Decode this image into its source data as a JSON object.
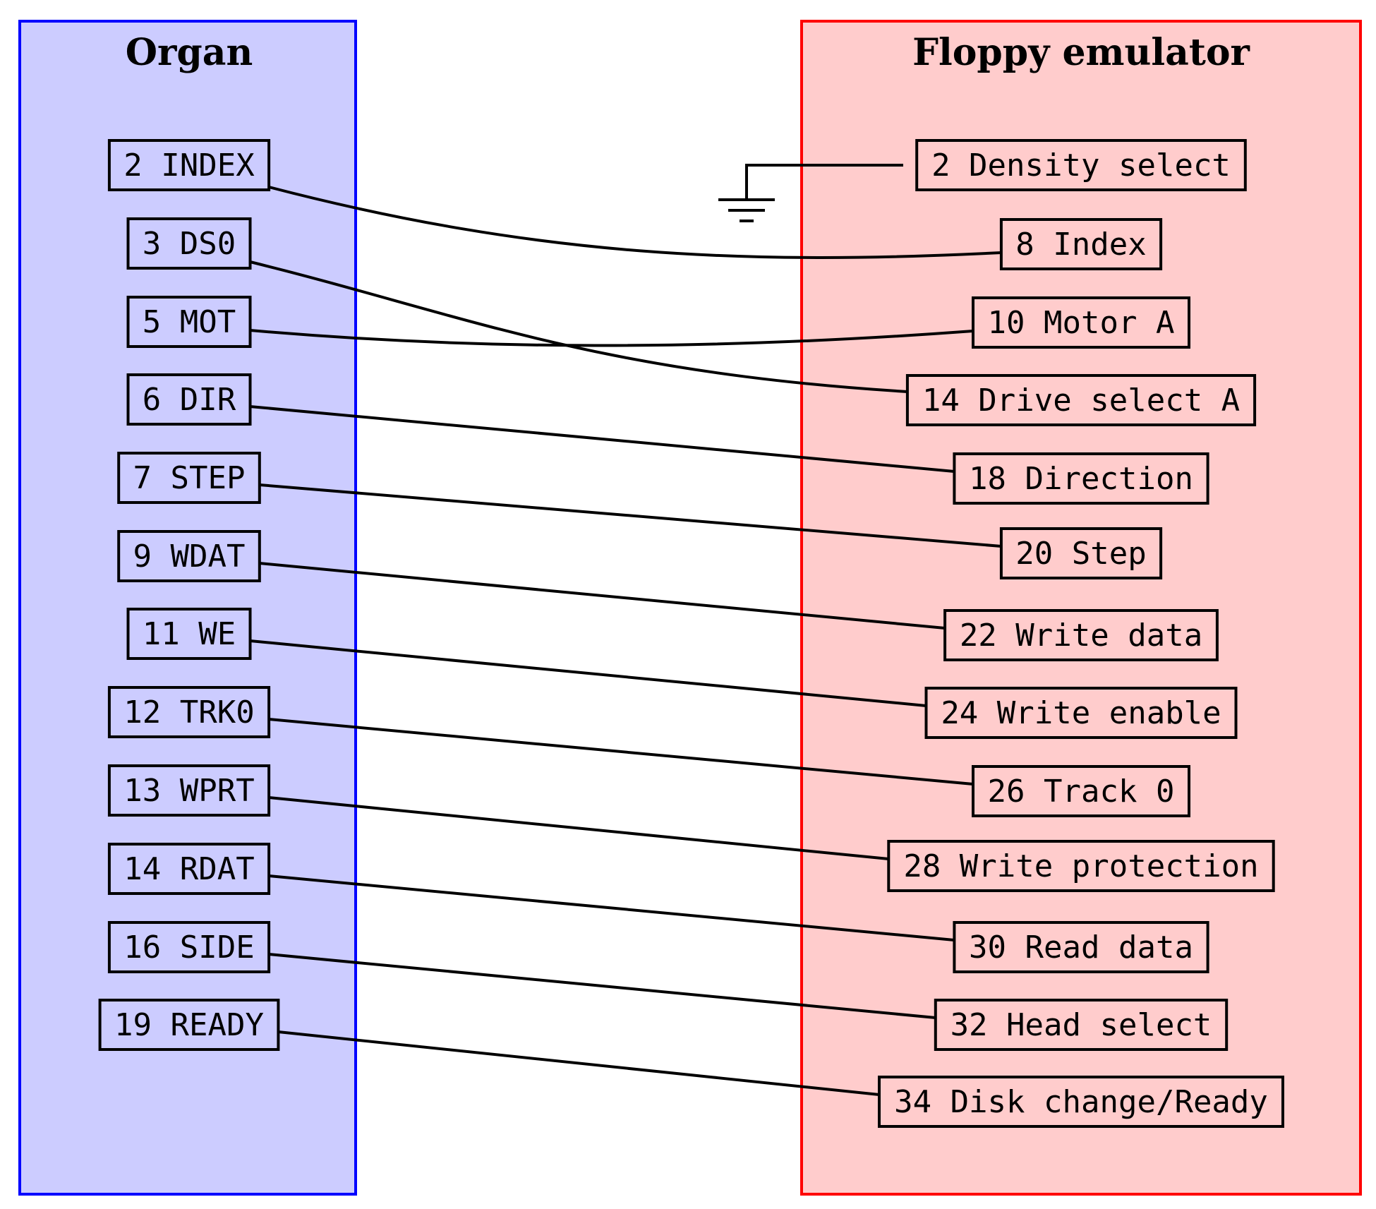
{
  "left_group": {
    "title": "Organ",
    "fill": "#ccccff",
    "border": "#0000ff",
    "pins": [
      "2 INDEX",
      "3 DS0",
      "5 MOT",
      "6 DIR",
      "7 STEP",
      "9 WDAT",
      "11 WE",
      "12 TRK0",
      "13 WPRT",
      "14 RDAT",
      "16 SIDE",
      "19 READY"
    ]
  },
  "right_group": {
    "title": "Floppy emulator",
    "fill": "#ffcccc",
    "border": "#ff0000",
    "pins": [
      "2 Density select",
      "8 Index",
      "10 Motor A",
      "14 Drive select A",
      "18 Direction",
      "20 Step",
      "22 Write data",
      "24 Write enable",
      "26 Track 0",
      "28 Write protection",
      "30 Read data",
      "32 Head select",
      "34 Disk change/Ready"
    ]
  },
  "connections": [
    {
      "from": "2 INDEX",
      "to": "8 Index"
    },
    {
      "from": "3 DS0",
      "to": "14 Drive select A"
    },
    {
      "from": "5 MOT",
      "to": "10 Motor A"
    },
    {
      "from": "6 DIR",
      "to": "18 Direction"
    },
    {
      "from": "7 STEP",
      "to": "20 Step"
    },
    {
      "from": "9 WDAT",
      "to": "22 Write data"
    },
    {
      "from": "11 WE",
      "to": "24 Write enable"
    },
    {
      "from": "12 TRK0",
      "to": "26 Track 0"
    },
    {
      "from": "13 WPRT",
      "to": "28 Write protection"
    },
    {
      "from": "14 RDAT",
      "to": "30 Read data"
    },
    {
      "from": "16 SIDE",
      "to": "32 Head select"
    },
    {
      "from": "19 READY",
      "to": "34 Disk change/Ready"
    }
  ],
  "ground": {
    "icon": "ground-icon",
    "connected_to": "2 Density select"
  }
}
